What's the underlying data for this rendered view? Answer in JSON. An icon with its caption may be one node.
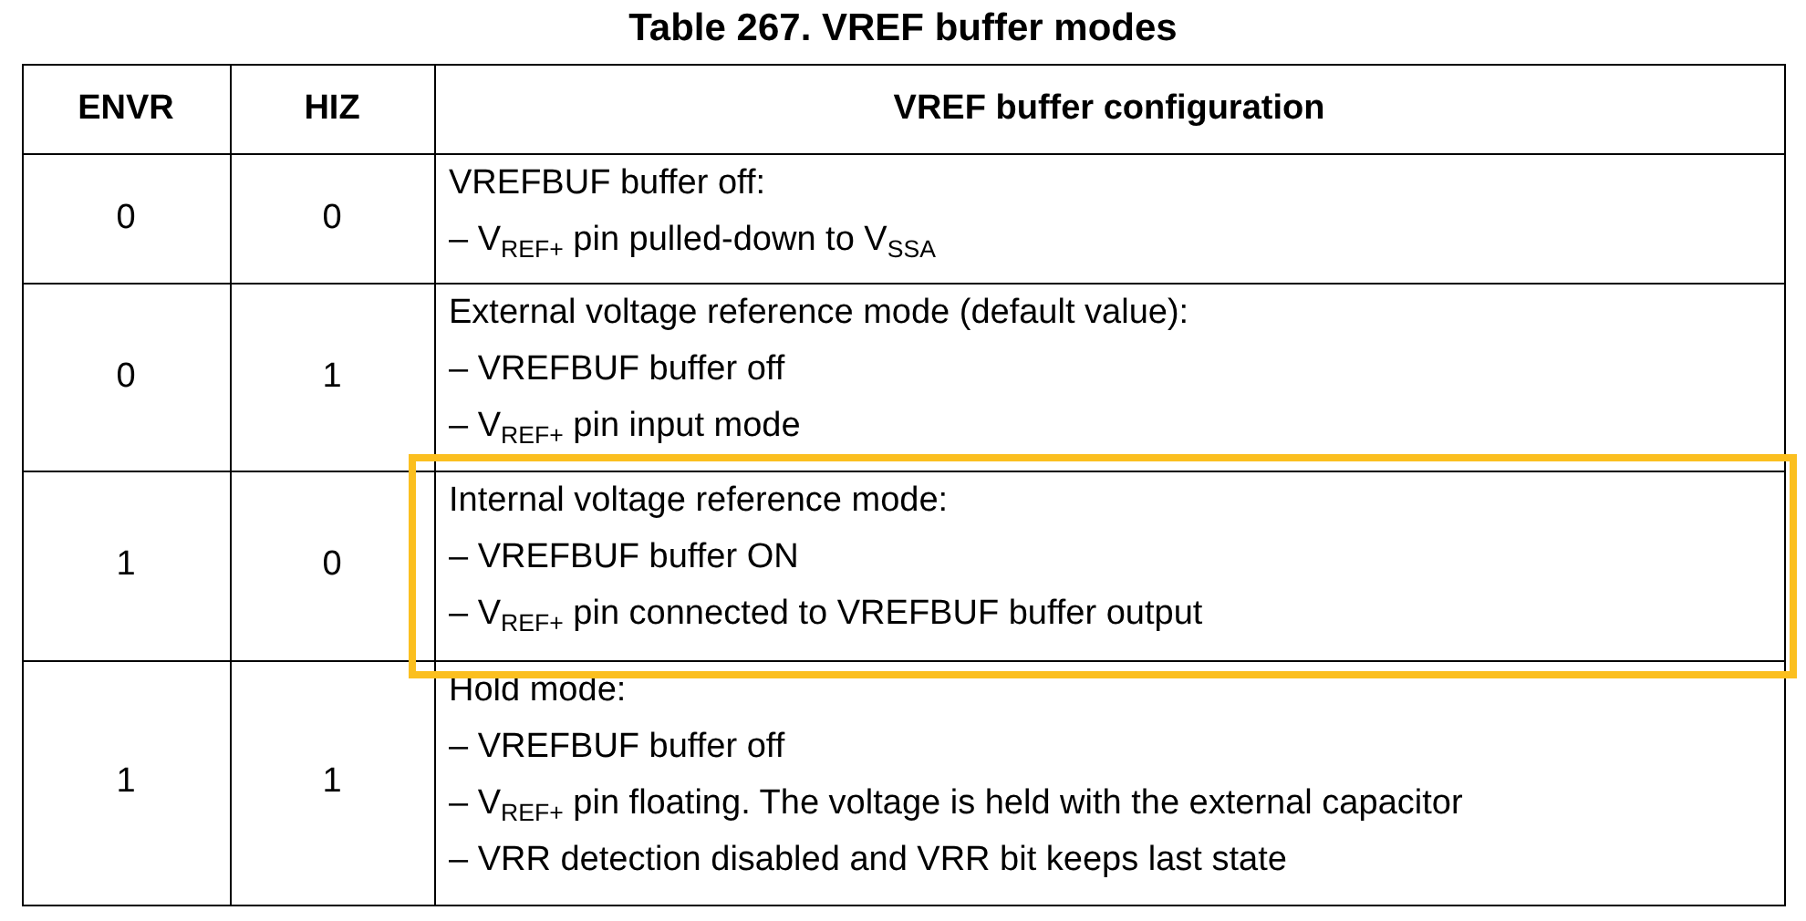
{
  "diagram": {
    "title": "Table 267. VREF buffer modes",
    "labels": [
      "ENVR",
      "HIZ",
      "VREF buffer configuration",
      "0",
      "0",
      "VREFBUF buffer off:",
      "– V$_{REF+}$ pin pulled-down to V$_{SSA}$",
      "0",
      "1",
      "External voltage reference mode (default value):",
      "– VREFBUF buffer off",
      "– V$_{REF+}$ pin input mode",
      "1",
      "0",
      "Internal voltage reference mode:",
      "– VREFBUF buffer ON",
      "– V$_{REF+}$ pin connected to VREFBUF buffer output",
      "1",
      "1",
      "Hold mode:",
      "– VREFBUF buffer off",
      "– V$_{REF+}$ pin floating. The voltage is held with the external capacitor",
      "– VRR detection disabled and VRR bit keeps last state"
    ]
  }
}
